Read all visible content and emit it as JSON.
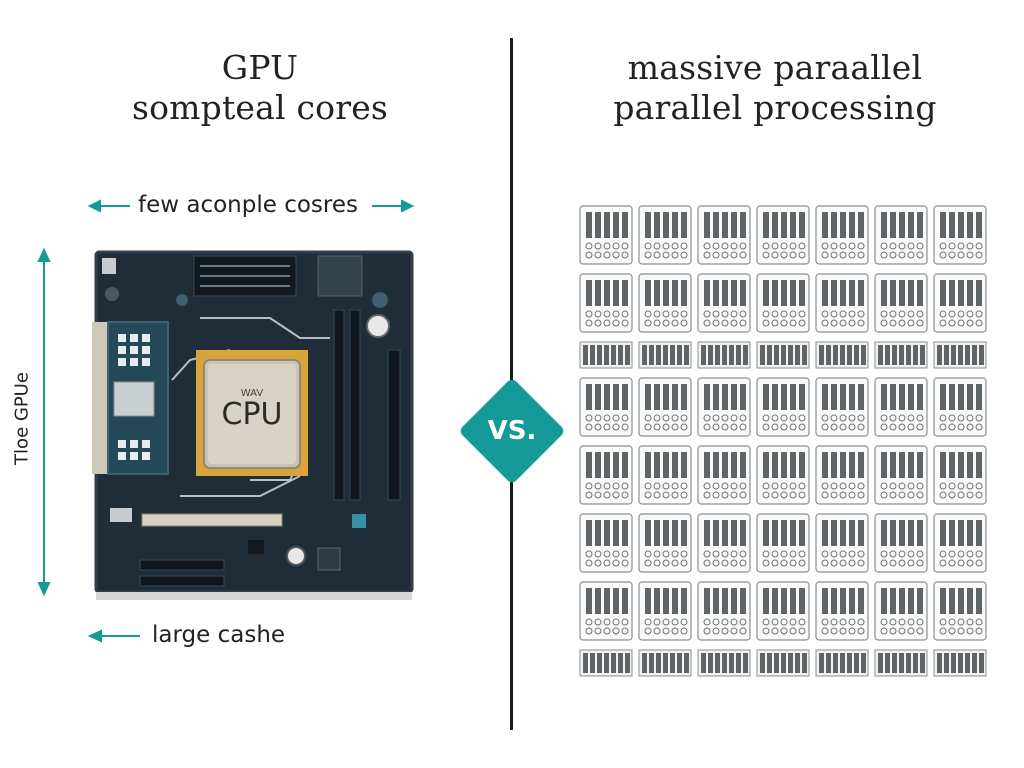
{
  "left": {
    "title_line1": "GPU",
    "title_line2": "sompteal cores",
    "top_annotation": "few aconple cosres",
    "bottom_annotation": "large cashe",
    "side_annotation": "Tloe GPUe",
    "chip_label": "CPU",
    "chip_small_label": "WAV"
  },
  "right": {
    "title_line1": "massive paraallel",
    "title_line2": "parallel processing"
  },
  "badge": {
    "label": "VS."
  },
  "colors": {
    "accent": "#169a98",
    "board": "#1f2d38",
    "board_edge": "#2f3f4b",
    "chip": "#c9c4b6",
    "core_fill": "#5f6466",
    "core_outline": "#8a8f92"
  },
  "grid": {
    "columns": 7,
    "pattern": [
      "cell",
      "cell",
      "bar",
      "cell",
      "cell",
      "cell",
      "cell",
      "bar"
    ]
  }
}
